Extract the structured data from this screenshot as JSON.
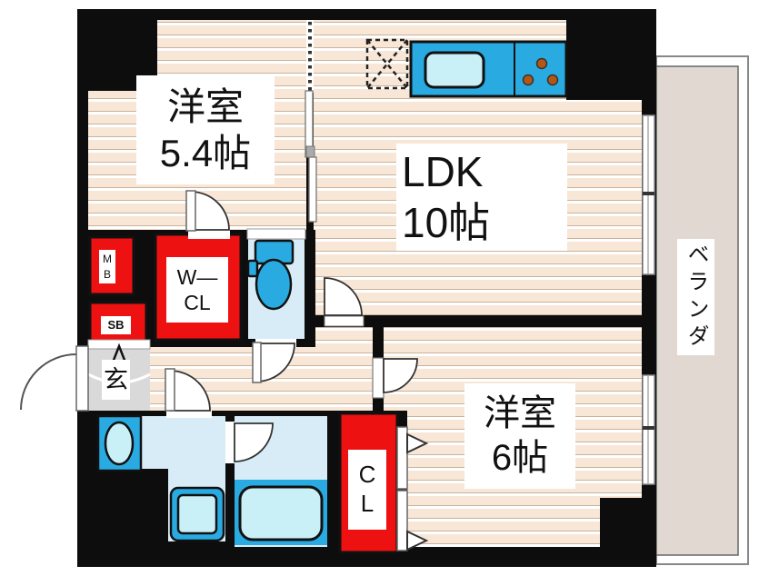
{
  "rooms": {
    "bedroom1": {
      "name": "洋室",
      "size": "5.4帖"
    },
    "ldk": {
      "name": "LDK",
      "size": "10帖"
    },
    "bedroom2": {
      "name": "洋室",
      "size": "6帖"
    },
    "balcony": {
      "label": "ベランダ"
    },
    "entrance": {
      "label": "玄"
    },
    "walk_in_closet": {
      "line1": "W—",
      "line2": "CL"
    },
    "closet": {
      "line1": "C",
      "line2": "L"
    },
    "meter_box": {
      "line1": "M",
      "line2": "B"
    },
    "shoe_box": {
      "label": "SB"
    }
  },
  "colors": {
    "wall": "#0d0d0d",
    "accent_red": "#EE1111",
    "fixture_cyan": "#29ABE2",
    "fixture_light": "#C9EFF7",
    "room_light_blue": "#D8ECF8",
    "floor_cream": "#F8E7D7",
    "balcony_beige": "#E1D9D1",
    "entrance_grey": "#D9D9D9"
  }
}
